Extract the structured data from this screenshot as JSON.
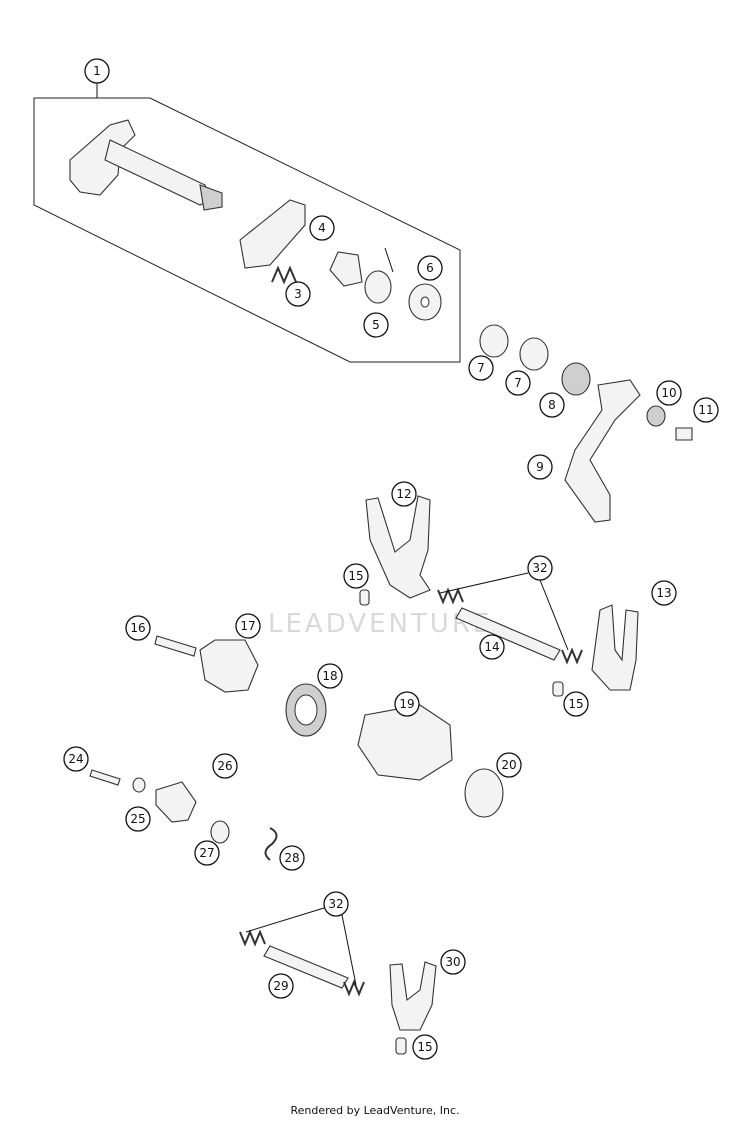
{
  "watermark": "LEADVENTURE",
  "footer": "Rendered by LeadVenture, Inc.",
  "callouts": {
    "c1": "1",
    "c3": "3",
    "c4": "4",
    "c5": "5",
    "c6": "6",
    "c7a": "7",
    "c7b": "7",
    "c8": "8",
    "c9": "9",
    "c10": "10",
    "c11": "11",
    "c12": "12",
    "c13": "13",
    "c14": "14",
    "c15a": "15",
    "c15b": "15",
    "c15c": "15",
    "c16": "16",
    "c17": "17",
    "c18": "18",
    "c19": "19",
    "c20": "20",
    "c24": "24",
    "c25": "25",
    "c26": "26",
    "c27": "27",
    "c28": "28",
    "c29": "29",
    "c30": "30",
    "c32a": "32",
    "c32b": "32"
  }
}
